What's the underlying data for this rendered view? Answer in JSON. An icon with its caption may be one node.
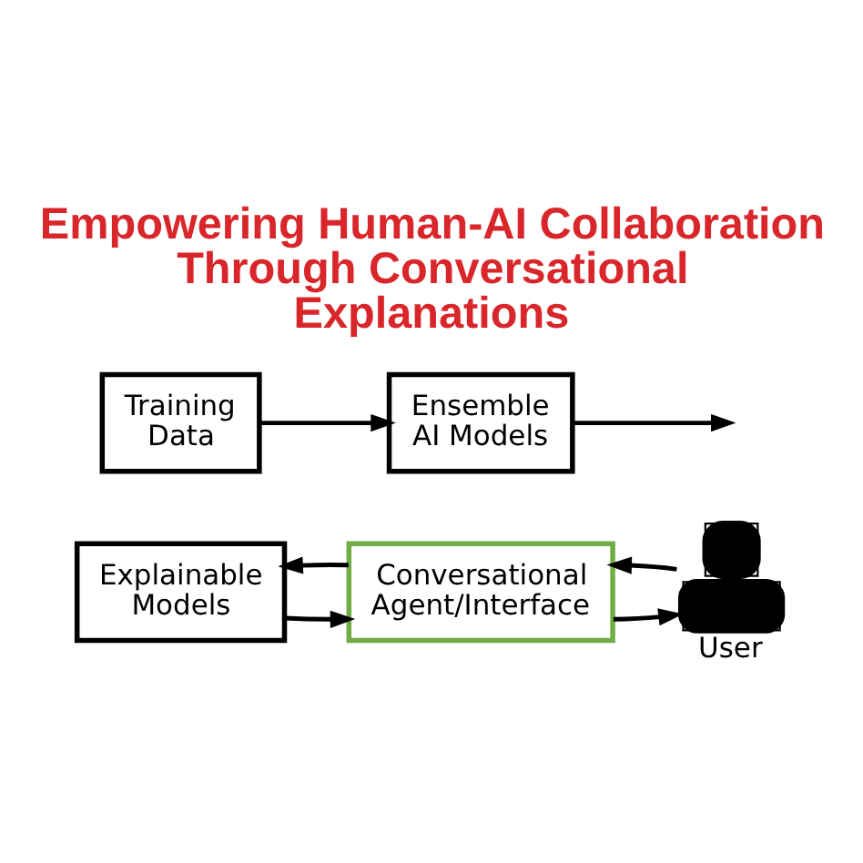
{
  "diagram": {
    "title": "Empowering Human-AI Collaboration Through Conversational Explanations",
    "nodes": [
      {
        "text": [
          "Training Data"
        ]
      },
      {
        "text": [
          "Ensemble AI Models"
        ]
      },
      {
        "text": [
          "Explainable Models"
        ]
      },
      {
        "text": [
          "Conversational Agent/Interface"
        ]
      },
      {
        "text": [],
        "shape": "person",
        "beside": [
          "User"
        ]
      }
    ],
    "edges": [
      {
        "from": 0,
        "to": 1,
        "arrow": "to"
      },
      {
        "from": 1,
        "to": null,
        "arrow": "to"
      },
      {
        "from": 2,
        "to": 3,
        "arrow": "to"
      },
      {
        "from": 3,
        "to": 2,
        "arrow": "to"
      },
      {
        "from": 3,
        "to": 4,
        "arrow": "to"
      },
      {
        "from": 4,
        "to": 3,
        "arrow": "to"
      }
    ]
  }
}
